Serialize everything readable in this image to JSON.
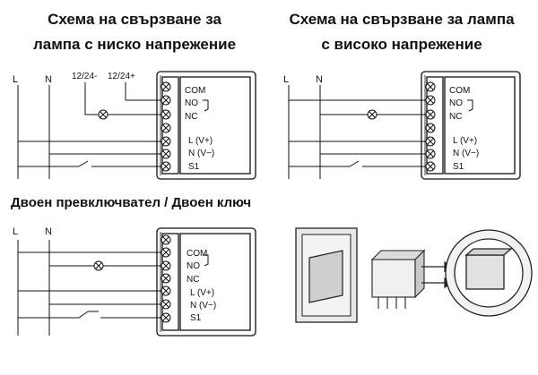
{
  "titles": {
    "low_voltage": "Схема на свързване за\nлампа с ниско напрежение",
    "high_voltage": "Схема на свързване за лампа\nс високо напрежение",
    "double_switch": "Двоен превключвател / Двоен ключ"
  },
  "wiring": {
    "line": "L",
    "neutral": "N",
    "dc_minus": "12/24-",
    "dc_plus": "12/24+"
  },
  "terminals": [
    "COM",
    "NO",
    "NC",
    "L  (V+)",
    "N  (V−)",
    "S1"
  ]
}
